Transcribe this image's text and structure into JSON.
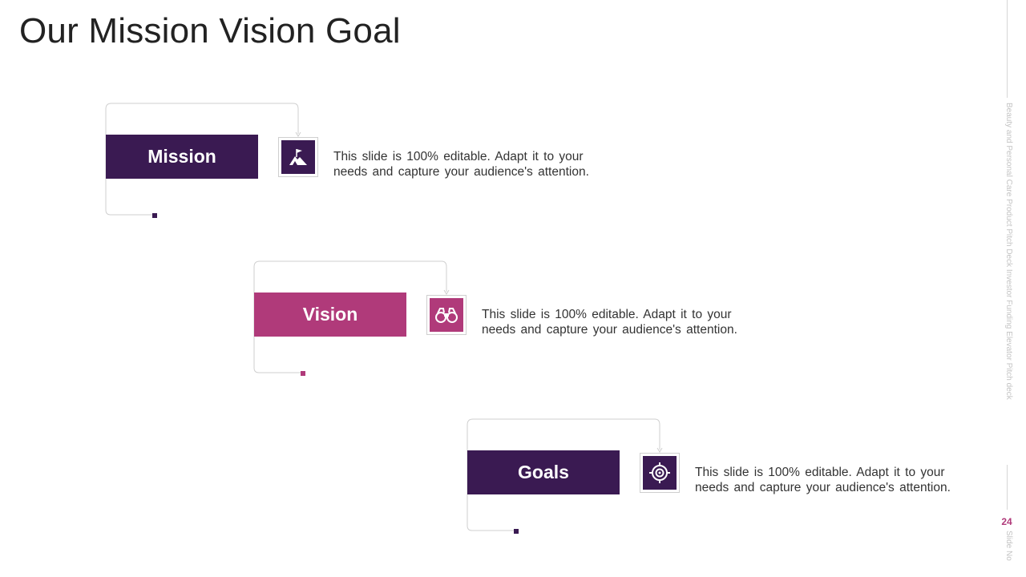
{
  "title": "Our Mission Vision Goal",
  "colors": {
    "dark_purple": "#3a1a52",
    "magenta": "#b03a7a",
    "line": "#cfcfcf"
  },
  "items": [
    {
      "label": "Mission",
      "icon": "mountain-flag-icon",
      "text": "This slide is 100% editable. Adapt it to your needs and capture your audience's attention."
    },
    {
      "label": "Vision",
      "icon": "binoculars-icon",
      "text": "This slide is 100% editable. Adapt it to your needs and capture your audience's attention."
    },
    {
      "label": "Goals",
      "icon": "target-icon",
      "text": "This slide is 100% editable. Adapt it to your needs and capture your audience's attention."
    }
  ],
  "sidebar": {
    "deck_title": "Beauty and Personal Care Product Pitch Deck Investor Funding Elevator Pitch deck",
    "page_number": "24",
    "slide_no_label": "Slide No"
  }
}
